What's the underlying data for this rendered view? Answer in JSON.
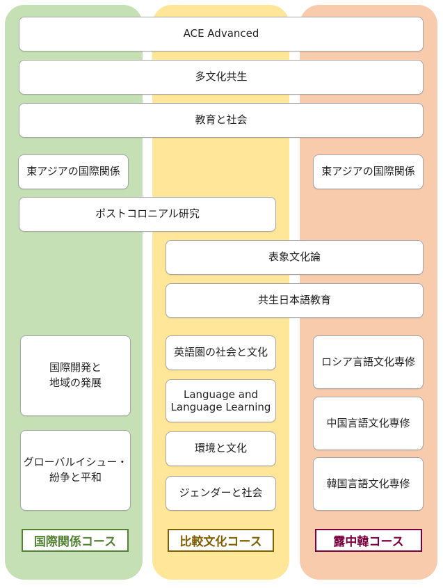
{
  "courses": {
    "international": {
      "label": "国際関係コース",
      "color": "#548235",
      "bg": "#c5e0b4"
    },
    "comparative": {
      "label": "比較文化コース",
      "color": "#7f6000",
      "bg": "#ffe699"
    },
    "russia_china_korea": {
      "label": "露中韓コース",
      "color": "#7b0040",
      "bg": "#f8cbad"
    }
  },
  "shared": {
    "ace_advanced": "ACE Advanced",
    "multiculturalism": "多文化共生",
    "education_society": "教育と社会"
  },
  "international_relations_east_asia_left": "東アジアの国際関係",
  "international_relations_east_asia_right": "東アジアの国際関係",
  "postcolonial_studies": "ポストコロニアル研究",
  "representation_culture": "表象文化論",
  "japanese_education": "共生日本語教育",
  "international_course": {
    "development": "国際開発と\n地域の発展",
    "global_issues": "グローバルイシュー・\n紛争と平和"
  },
  "comparative_course": {
    "english_society": "英語圏の社会と文化",
    "language_learning": "Language and\nLanguage Learning",
    "environment": "環境と文化",
    "gender": "ジェンダーと社会"
  },
  "rck_course": {
    "russian": "ロシア言語文化専修",
    "chinese": "中国言語文化専修",
    "korean": "韓国言語文化専修"
  }
}
